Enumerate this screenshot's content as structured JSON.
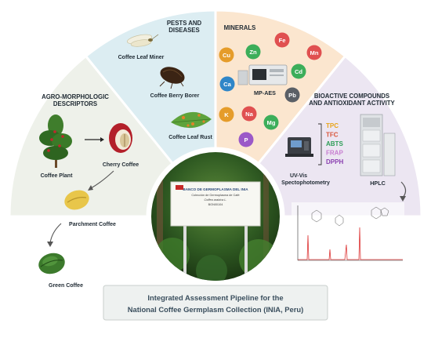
{
  "sections": {
    "agro": {
      "title_lines": [
        "AGRO-MORPHOLOGIC",
        "DESCRIPTORS"
      ],
      "coffee_plant": "Coffee Plant",
      "cherry_coffee": "Cherry Coffee",
      "parchment_coffee": "Parchment Coffee",
      "green_coffee": "Green Coffee"
    },
    "pests": {
      "title_lines": [
        "PESTS AND",
        "DISEASES"
      ],
      "leaf_miner": "Coffee Leaf Miner",
      "berry_borer": "Coffee Berry Borer",
      "leaf_rust": "Coffee Leaf Rust"
    },
    "minerals": {
      "title": "MINERALS",
      "elements": [
        "Cu",
        "Zn",
        "Fe",
        "Mn",
        "Ca",
        "Cd",
        "Pb",
        "K",
        "Na",
        "Mg",
        "P"
      ],
      "instrument": "MP-AES"
    },
    "bioactive": {
      "title_lines": [
        "BIOACTIVE COMPOUNDS",
        "AND ANTIOXIDANT ACTIVITY"
      ],
      "assays": [
        "TPC",
        "TFC",
        "ABTS",
        "FRAP",
        "DPPH"
      ],
      "uvvis_lines": [
        "UV-Vis",
        "Spectophotometry"
      ],
      "hplc": "HPLC"
    }
  },
  "sign": {
    "title": "BANCO DE GERMOPLASMA DEL INIA",
    "line2": "Colección de Germoplasma de Café",
    "line3": "Coffea arabica L.",
    "line4": "BGN00104"
  },
  "footer": {
    "line1": "Integrated Assessment Pipeline for the",
    "line2": "National Coffee Germplasm Collection (INIA, Peru)"
  },
  "colors": {
    "agro_bg": "#eef1ea",
    "pests_bg": "#dcedf2",
    "minerals_bg": "#fbe6cf",
    "bioactive_bg": "#ece6f2",
    "tpc": "#e8a317",
    "tfc": "#d9553b",
    "abts": "#2e9e57",
    "frap": "#c77dd0",
    "dpph": "#8a3fb0"
  }
}
